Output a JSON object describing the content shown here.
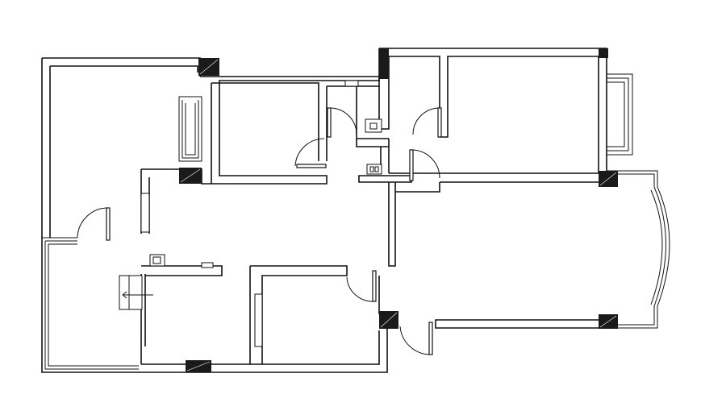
{
  "plan": {
    "line_color": "#111111",
    "column_color": "#1a1a1a",
    "background": "#ffffff",
    "icons": [
      "column",
      "window",
      "door-swing",
      "stair",
      "fixture"
    ]
  }
}
